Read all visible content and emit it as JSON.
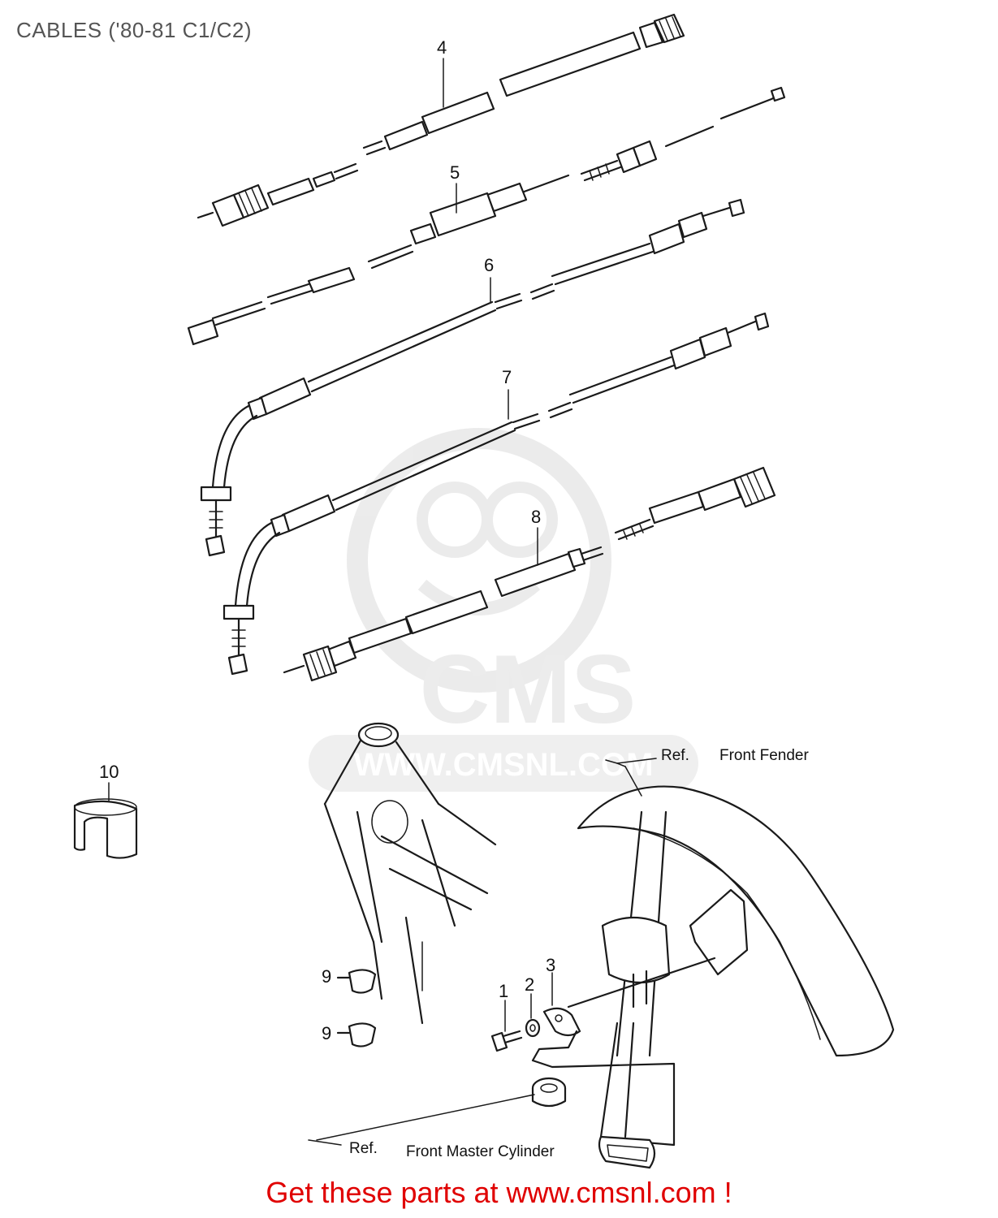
{
  "title": "CABLES ('80-81 C1/C2)",
  "callouts": {
    "c1": "1",
    "c2": "2",
    "c3": "3",
    "c4": "4",
    "c5": "5",
    "c6": "6",
    "c7": "7",
    "c8": "8",
    "c9a": "9",
    "c9b": "9",
    "c10": "10"
  },
  "references": {
    "fender_ref": "Ref.",
    "fender_label": "Front Fender",
    "master_ref": "Ref.",
    "master_label": "Front Master Cylinder"
  },
  "watermark": {
    "brand": "CMS",
    "url": "WWW.CMSNL.COM"
  },
  "footer": {
    "cta": "Get these parts at www.cmsnl.com !"
  },
  "colors": {
    "title": "#555555",
    "footer": "#e00000",
    "watermark": "#d9d9d9"
  }
}
